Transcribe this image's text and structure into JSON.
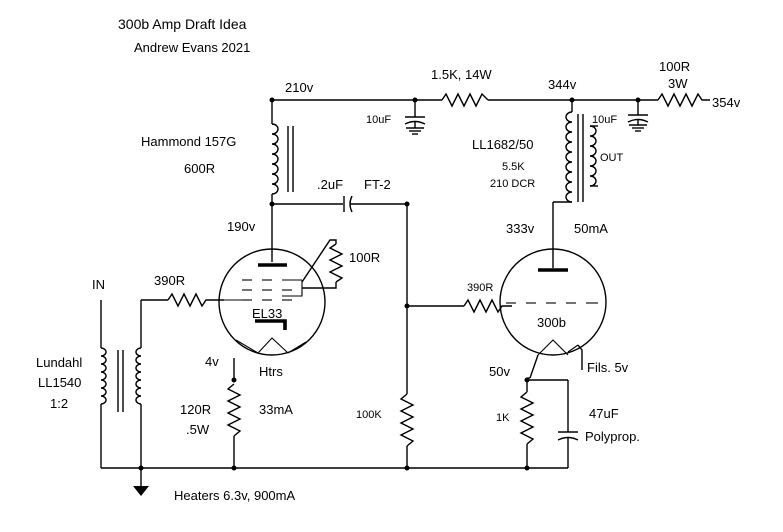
{
  "header": {
    "title": "300b Amp Draft  Idea",
    "author": "Andrew Evans 2021"
  },
  "nodes": {
    "b_210": "210v",
    "b_344": "344v",
    "b_354": "354v",
    "plate_el33": "190v",
    "cathode_el33": "4v",
    "plate_300b": "333v",
    "cathode_300b": "50v"
  },
  "components": {
    "r_dropper": "1.5K, 14W",
    "r_supply_value": "100R",
    "r_supply_power": "3W",
    "cap_10uf_a": "10uF",
    "cap_10uf_b": "10uF",
    "choke_name": "Hammond 157G",
    "choke_value": "600R",
    "coupling_cap_value": ".2uF",
    "coupling_cap_type": "FT-2",
    "out_tx_name": "LL1682/50",
    "out_tx_z": "5.5K",
    "out_tx_dcr": "210 DCR",
    "out_label": "OUT",
    "current_300b": "50mA",
    "r_screen": "100R",
    "in_label": "IN",
    "r_grid_1": "390R",
    "r_grid_2": "390R",
    "tube_1": "EL33",
    "tube_2": "300b",
    "heaters_label": "Htrs",
    "filaments_label": "Fils. 5v",
    "in_tx_brand": "Lundahl",
    "in_tx_model": "LL1540",
    "in_tx_ratio": "1:2",
    "r_cathode_1_value": "120R",
    "r_cathode_1_power": ".5W",
    "current_el33": "33mA",
    "r_grid_leak": "100K",
    "r_cathode_2": "1K",
    "cap_cathode_value": "47uF",
    "cap_cathode_type": "Polyprop."
  },
  "footer": {
    "heaters": "Heaters 6.3v, 900mA"
  }
}
